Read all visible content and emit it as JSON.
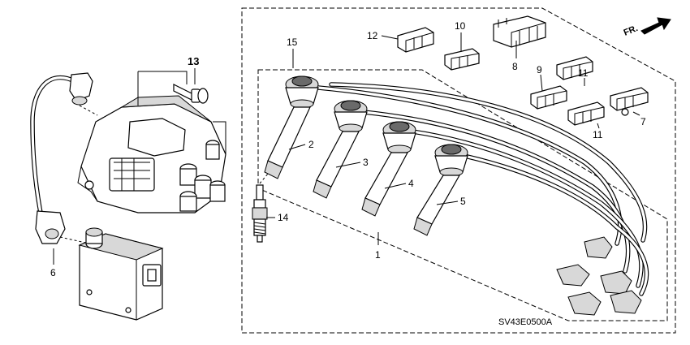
{
  "diagram": {
    "callouts": [
      {
        "id": "1",
        "text": "1"
      },
      {
        "id": "2",
        "text": "2"
      },
      {
        "id": "3",
        "text": "3"
      },
      {
        "id": "4",
        "text": "4"
      },
      {
        "id": "5",
        "text": "5"
      },
      {
        "id": "6",
        "text": "6"
      },
      {
        "id": "7",
        "text": "7"
      },
      {
        "id": "8",
        "text": "8"
      },
      {
        "id": "9",
        "text": "9"
      },
      {
        "id": "10",
        "text": "10"
      },
      {
        "id": "11a",
        "text": "11"
      },
      {
        "id": "11b",
        "text": "11"
      },
      {
        "id": "12",
        "text": "12"
      },
      {
        "id": "13",
        "text": "13"
      },
      {
        "id": "14",
        "text": "14"
      },
      {
        "id": "15",
        "text": "15"
      }
    ],
    "direction_label": "FR.",
    "diagram_code": "SV43E0500A"
  }
}
